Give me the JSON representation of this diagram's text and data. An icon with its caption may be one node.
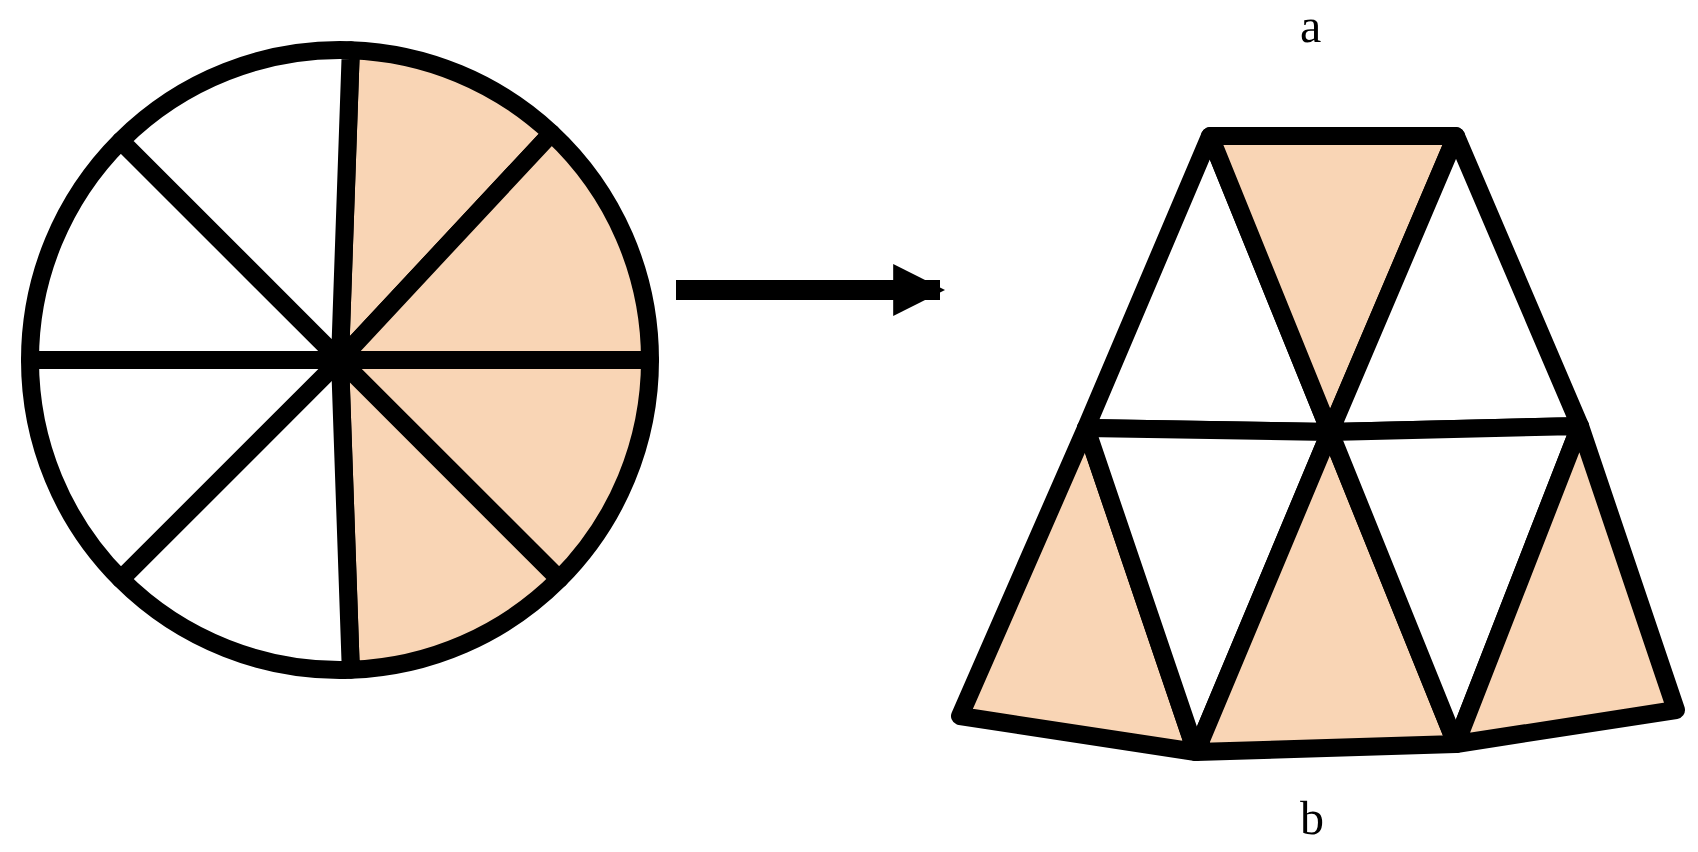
{
  "diagram": {
    "nodes": [
      {
        "text": [],
        "shape": "picture"
      },
      {
        "text": [],
        "shape": "picture"
      }
    ],
    "edges": [
      {
        "from": 0,
        "to": 1,
        "arrow": "to"
      }
    ],
    "labels": [
      "a",
      "b"
    ]
  }
}
